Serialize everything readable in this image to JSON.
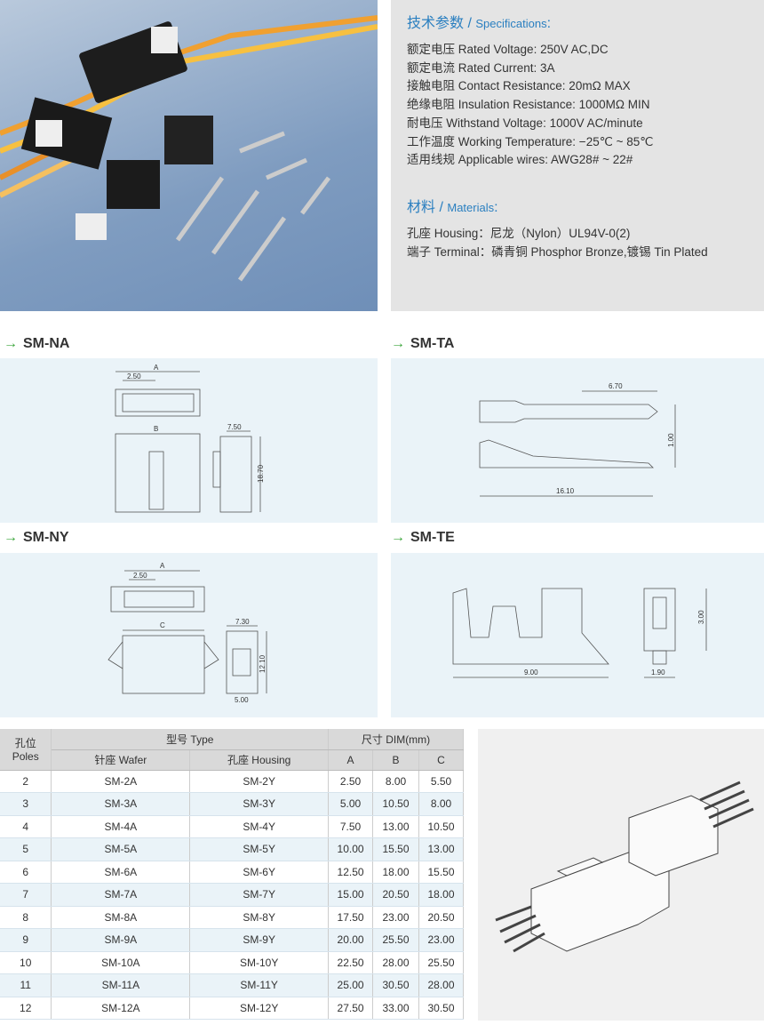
{
  "specs": {
    "title_cn": "技术参数",
    "title_en": "Specifications",
    "lines": [
      "额定电压 Rated Voltage: 250V AC,DC",
      "额定电流 Rated Current: 3A",
      "接触电阻 Contact Resistance: 20mΩ MAX",
      "绝缘电阻 Insulation Resistance: 1000MΩ MIN",
      "耐电压 Withstand Voltage: 1000V AC/minute",
      "工作温度 Working Temperature: −25℃ ~ 85℃",
      "适用线规 Applicable wires: AWG28# ~ 22#"
    ]
  },
  "materials": {
    "title_cn": "材料",
    "title_en": "Materials",
    "lines": [
      "孔座 Housing：尼龙（Nylon）UL94V-0(2)",
      "端子 Terminal：磷青铜 Phosphor Bronze,镀锡 Tin Plated"
    ]
  },
  "sections": {
    "na": "SM-NA",
    "ta": "SM-TA",
    "ny": "SM-NY",
    "te": "SM-TE"
  },
  "dims": {
    "na": {
      "a": "A",
      "pitch": "2.50",
      "b": "B",
      "w": "7.50",
      "h": "18.70"
    },
    "ta": {
      "l1": "6.70",
      "h": "1.00",
      "l2": "16.10"
    },
    "ny": {
      "a": "A",
      "pitch": "2.50",
      "c": "C",
      "w": "7.30",
      "h": "12.10",
      "d": "5.00"
    },
    "te": {
      "l": "9.00",
      "h": "3.00",
      "w": "1.90"
    }
  },
  "table": {
    "h_poles_cn": "孔位",
    "h_poles_en": "Poles",
    "h_type": "型号 Type",
    "h_dim": "尺寸 DIM(mm)",
    "h_wafer": "针座 Wafer",
    "h_housing": "孔座 Housing",
    "h_a": "A",
    "h_b": "B",
    "h_c": "C",
    "rows": [
      [
        "2",
        "SM-2A",
        "SM-2Y",
        "2.50",
        "8.00",
        "5.50"
      ],
      [
        "3",
        "SM-3A",
        "SM-3Y",
        "5.00",
        "10.50",
        "8.00"
      ],
      [
        "4",
        "SM-4A",
        "SM-4Y",
        "7.50",
        "13.00",
        "10.50"
      ],
      [
        "5",
        "SM-5A",
        "SM-5Y",
        "10.00",
        "15.50",
        "13.00"
      ],
      [
        "6",
        "SM-6A",
        "SM-6Y",
        "12.50",
        "18.00",
        "15.50"
      ],
      [
        "7",
        "SM-7A",
        "SM-7Y",
        "15.00",
        "20.50",
        "18.00"
      ],
      [
        "8",
        "SM-8A",
        "SM-8Y",
        "17.50",
        "23.00",
        "20.50"
      ],
      [
        "9",
        "SM-9A",
        "SM-9Y",
        "20.00",
        "25.50",
        "23.00"
      ],
      [
        "10",
        "SM-10A",
        "SM-10Y",
        "22.50",
        "28.00",
        "25.50"
      ],
      [
        "11",
        "SM-11A",
        "SM-11Y",
        "25.00",
        "30.50",
        "28.00"
      ],
      [
        "12",
        "SM-12A",
        "SM-12Y",
        "27.50",
        "33.00",
        "30.50"
      ]
    ]
  }
}
